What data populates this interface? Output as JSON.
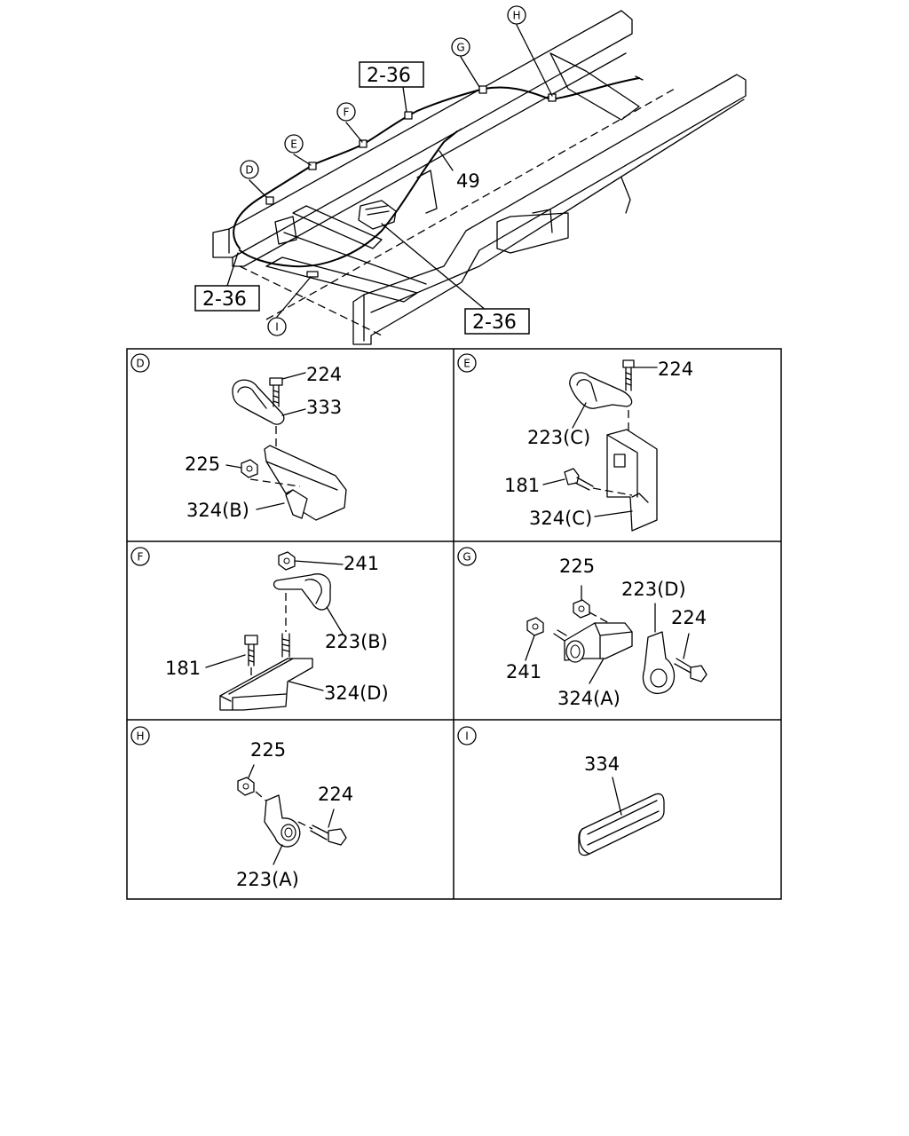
{
  "overview": {
    "callouts": {
      "D": "D",
      "E": "E",
      "F": "F",
      "G": "G",
      "H": "H",
      "I": "I"
    },
    "part_49": "49",
    "refs": [
      "2-36",
      "2-36",
      "2-36"
    ]
  },
  "panels": [
    {
      "letter": "D",
      "labels": [
        "224",
        "333",
        "225",
        "324(B)"
      ]
    },
    {
      "letter": "E",
      "labels": [
        "224",
        "223(C)",
        "181",
        "324(C)"
      ]
    },
    {
      "letter": "F",
      "labels": [
        "241",
        "223(B)",
        "181",
        "324(D)"
      ]
    },
    {
      "letter": "G",
      "labels": [
        "225",
        "223(D)",
        "224",
        "241",
        "324(A)"
      ]
    },
    {
      "letter": "H",
      "labels": [
        "225",
        "224",
        "223(A)"
      ]
    },
    {
      "letter": "I",
      "labels": [
        "334"
      ]
    }
  ]
}
